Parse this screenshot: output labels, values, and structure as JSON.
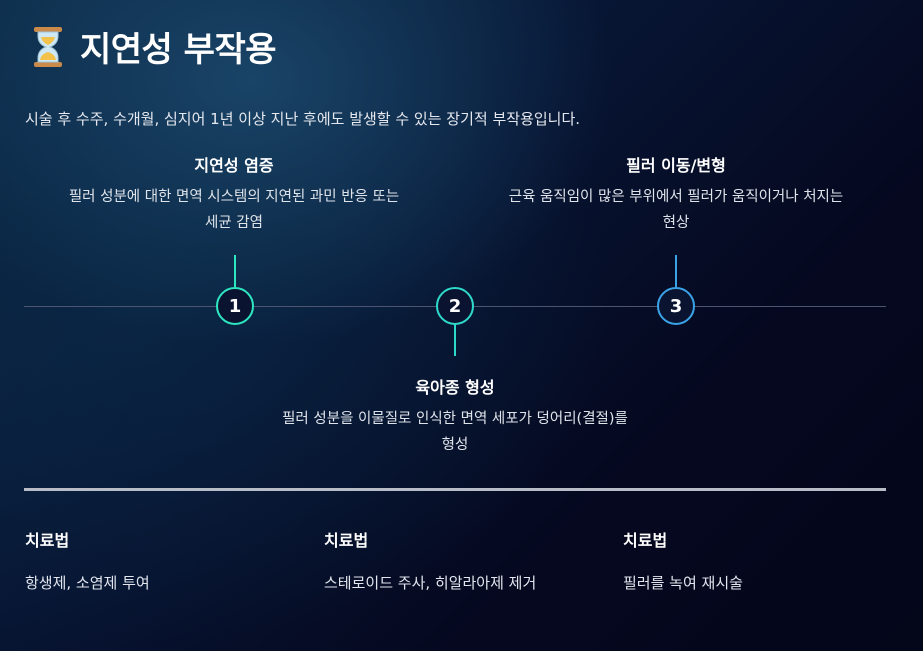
{
  "header": {
    "icon": "hourglass-icon",
    "title": "지연성 부작용",
    "subtitle": "시술 후 수주, 수개월, 심지어 1년 이상 지난 후에도 발생할 수 있는 장기적 부작용입니다."
  },
  "timeline": {
    "steps": [
      {
        "number": "1",
        "title": "지연성 염증",
        "desc_line1": "필러 성분에 대한 면역 시스템의 지연된 과민 반응 또는",
        "desc_line2": "세균 감염",
        "color": "#2ee6c0"
      },
      {
        "number": "2",
        "title": "육아종 형성",
        "desc_line1": "필러 성분을 이물질로 인식한 면역 세포가 덩어리(결절)를",
        "desc_line2": "형성",
        "color": "#2ed9c9"
      },
      {
        "number": "3",
        "title": "필러 이동/변형",
        "desc_line1": "근육 움직임이 많은 부위에서 필러가 움직이거나 처지는",
        "desc_line2": "현상",
        "color": "#3aa3e8"
      }
    ]
  },
  "treatments": [
    {
      "label": "치료법",
      "text": "항생제, 소염제 투여"
    },
    {
      "label": "치료법",
      "text": "스테로이드 주사, 히알라아제 제거"
    },
    {
      "label": "치료법",
      "text": "필러를 녹여 재시술"
    }
  ]
}
